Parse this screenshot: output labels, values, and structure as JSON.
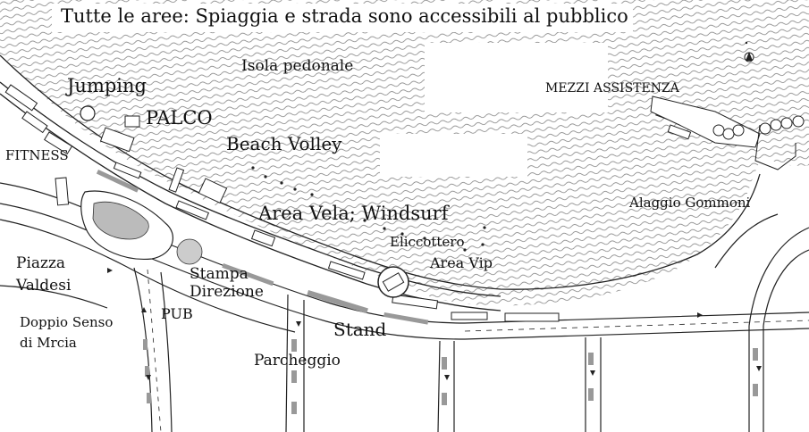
{
  "map": {
    "title": "Tutte le aree: Spiaggia e strada sono accessibili al pubblico",
    "labels": {
      "isola_pedonale": "Isola pedonale",
      "jumping": "Jumping",
      "palco": "PALCO",
      "mezzi_assistenza": "MEZZI ASSISTENZA",
      "beach_volley": "Beach Volley",
      "fitness": "FITNESS",
      "alaggio_gommoni": "Alaggio Gommoni",
      "area_vela_windsurf": "Area Vela; Windsurf",
      "eliccottero": "Eliccottero",
      "area_vip": "Area Vip",
      "piazza_line1": "Piazza",
      "piazza_line2": "Valdesi",
      "stampa_line1": "Stampa",
      "stampa_line2": "Direzione",
      "pub": "PUB",
      "doppio_line1": "Doppio Senso",
      "doppio_line2": "di Mrcia",
      "stand": "Stand",
      "parcheggio": "Parcheggio"
    },
    "icons": {
      "north_arrow": "north-arrow-icon",
      "helicopter": "helipad-circle-icon"
    },
    "colors": {
      "sea_hatch": "#777777",
      "lines": "#222222",
      "parking": "#999999",
      "background": "#ffffff"
    }
  }
}
